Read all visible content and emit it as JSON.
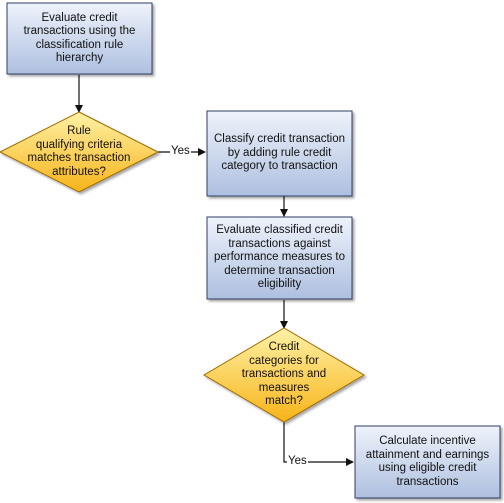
{
  "nodes": {
    "evaluate_hierarchy": {
      "type": "process",
      "text": "Evaluate credit\ntransactions using the\nclassification rule\nhierarchy"
    },
    "rule_decision": {
      "type": "decision",
      "text": "Rule\nqualifying criteria\nmatches transaction\nattributes?"
    },
    "classify_transaction": {
      "type": "process",
      "text": "Classify credit transaction\nby adding rule credit\ncategory to transaction"
    },
    "evaluate_measures": {
      "type": "process",
      "text": "Evaluate classified credit\ntransactions against\nperformance measures to\ndetermine transaction\neligibility"
    },
    "category_decision": {
      "type": "decision",
      "text": "Credit\ncategories for\ntransactions and\nmeasures\nmatch?"
    },
    "calculate_incentive": {
      "type": "process",
      "text": "Calculate incentive\nattainment and earnings\nusing eligible credit\ntransactions"
    }
  },
  "edges": {
    "rule_yes": "Yes",
    "category_yes": "Yes"
  },
  "colors": {
    "process_fill_top": "#eef3fb",
    "process_fill_bottom": "#aebfdf",
    "process_stroke": "#2f3f66",
    "decision_fill_top": "#fff1a6",
    "decision_fill_bottom": "#f7b419",
    "decision_stroke": "#a06a00",
    "connector": "#111111"
  }
}
